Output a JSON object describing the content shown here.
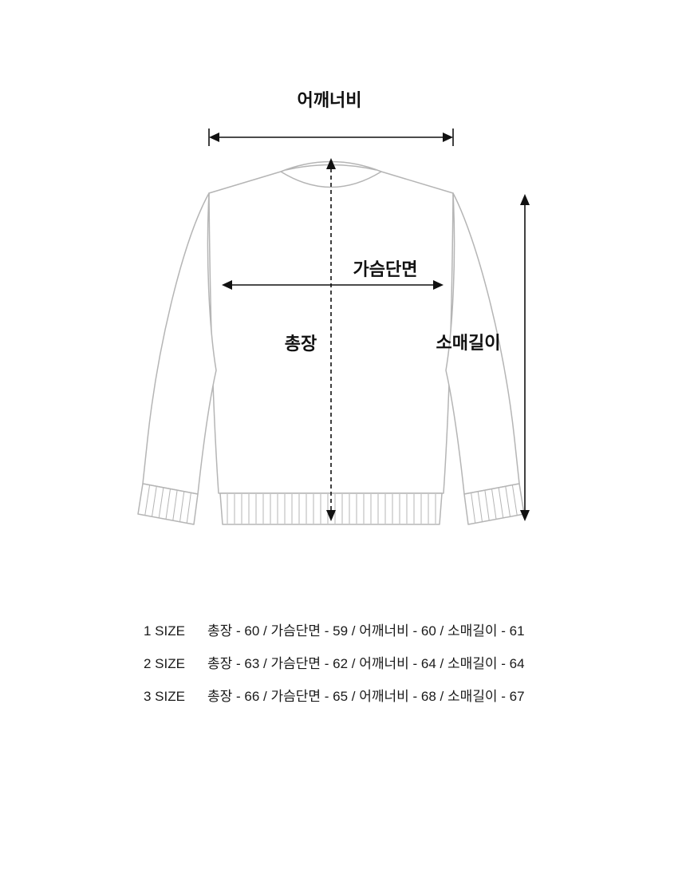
{
  "page": {
    "background": "#ffffff",
    "text_color": "#1a1a1a",
    "outline_color": "#b5b5b5",
    "arrow_color": "#111111"
  },
  "diagram": {
    "garment": "sweatshirt",
    "labels": {
      "shoulder_width": "어깨너비",
      "chest_width": "가슴단면",
      "total_length": "총장",
      "sleeve_length": "소매길이"
    }
  },
  "size_table": {
    "rows": [
      {
        "size": "1 SIZE",
        "specs": "총장 - 60 / 가슴단면 - 59 / 어깨너비 - 60 / 소매길이 - 61"
      },
      {
        "size": "2 SIZE",
        "specs": "총장 - 63 / 가슴단면 - 62 / 어깨너비 - 64 / 소매길이 - 64"
      },
      {
        "size": "3 SIZE",
        "specs": "총장 - 66 / 가슴단면 - 65 / 어깨너비 - 68 / 소매길이 - 67"
      }
    ],
    "measurements": [
      {
        "size": "1 SIZE",
        "total_length": 60,
        "chest": 59,
        "shoulder": 60,
        "sleeve": 61
      },
      {
        "size": "2 SIZE",
        "total_length": 63,
        "chest": 62,
        "shoulder": 64,
        "sleeve": 64
      },
      {
        "size": "3 SIZE",
        "total_length": 66,
        "chest": 65,
        "shoulder": 68,
        "sleeve": 67
      }
    ]
  }
}
